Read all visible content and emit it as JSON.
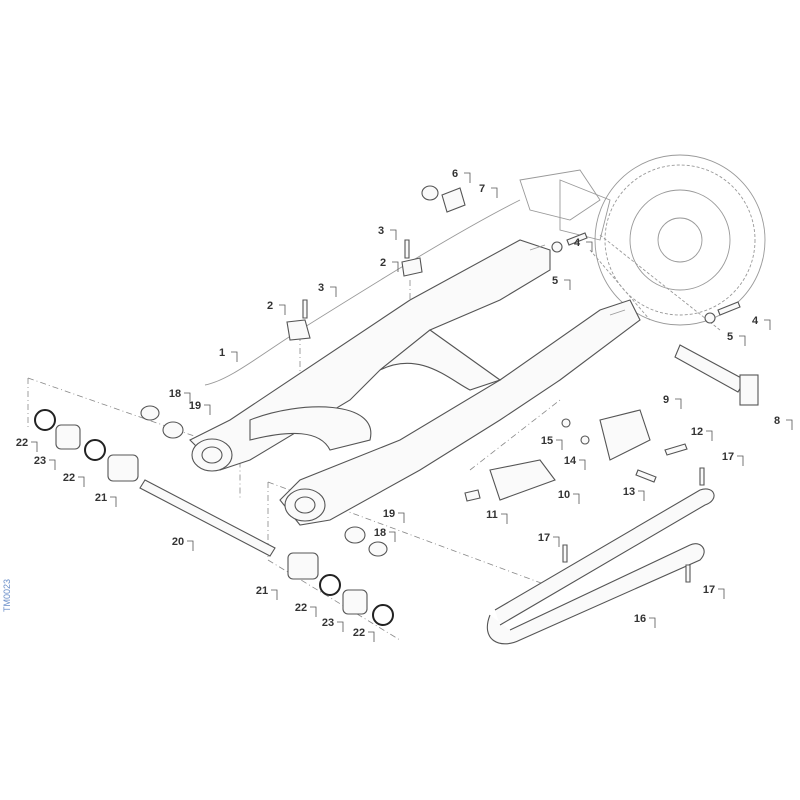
{
  "diagram": {
    "drawing_code": "TM0023",
    "callouts": [
      "6",
      "7",
      "3",
      "2",
      "3",
      "2",
      "1",
      "4",
      "5",
      "4",
      "5",
      "8",
      "9",
      "12",
      "15",
      "14",
      "13",
      "10",
      "11",
      "17",
      "17",
      "17",
      "16",
      "18",
      "19",
      "22",
      "23",
      "22",
      "21",
      "20",
      "19",
      "18",
      "21",
      "22",
      "23",
      "22"
    ]
  }
}
